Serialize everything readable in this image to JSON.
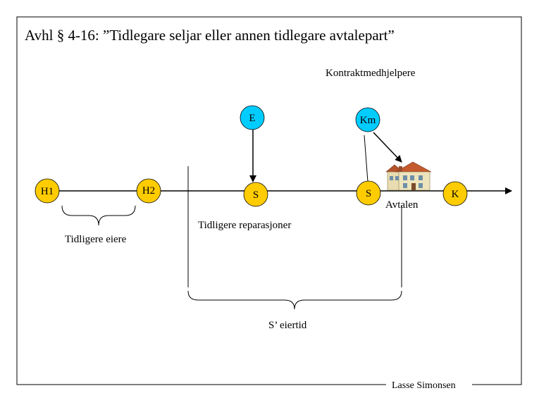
{
  "title": "Avhl § 4-16: ”Tidlegare seljar eller annen tidlegare avtalepart”",
  "contract_helpers_label": "Kontraktmedhjelpere",
  "nodes": {
    "h1": "H1",
    "h2": "H2",
    "e": "E",
    "km": "Km",
    "s_repair": "S",
    "s_agreement": "S",
    "k": "K"
  },
  "colors": {
    "orange": "#ffcc00",
    "cyan": "#00ccff",
    "line": "#000000"
  },
  "labels": {
    "previous_owners": "Tidligere eiere",
    "previous_repairs": "Tidligere reparasjoner",
    "agreement": "Avtalen",
    "seller_ownership": "S’ eiertid",
    "author": "Lasse Simonsen"
  },
  "icons": {
    "house": "house-icon"
  }
}
